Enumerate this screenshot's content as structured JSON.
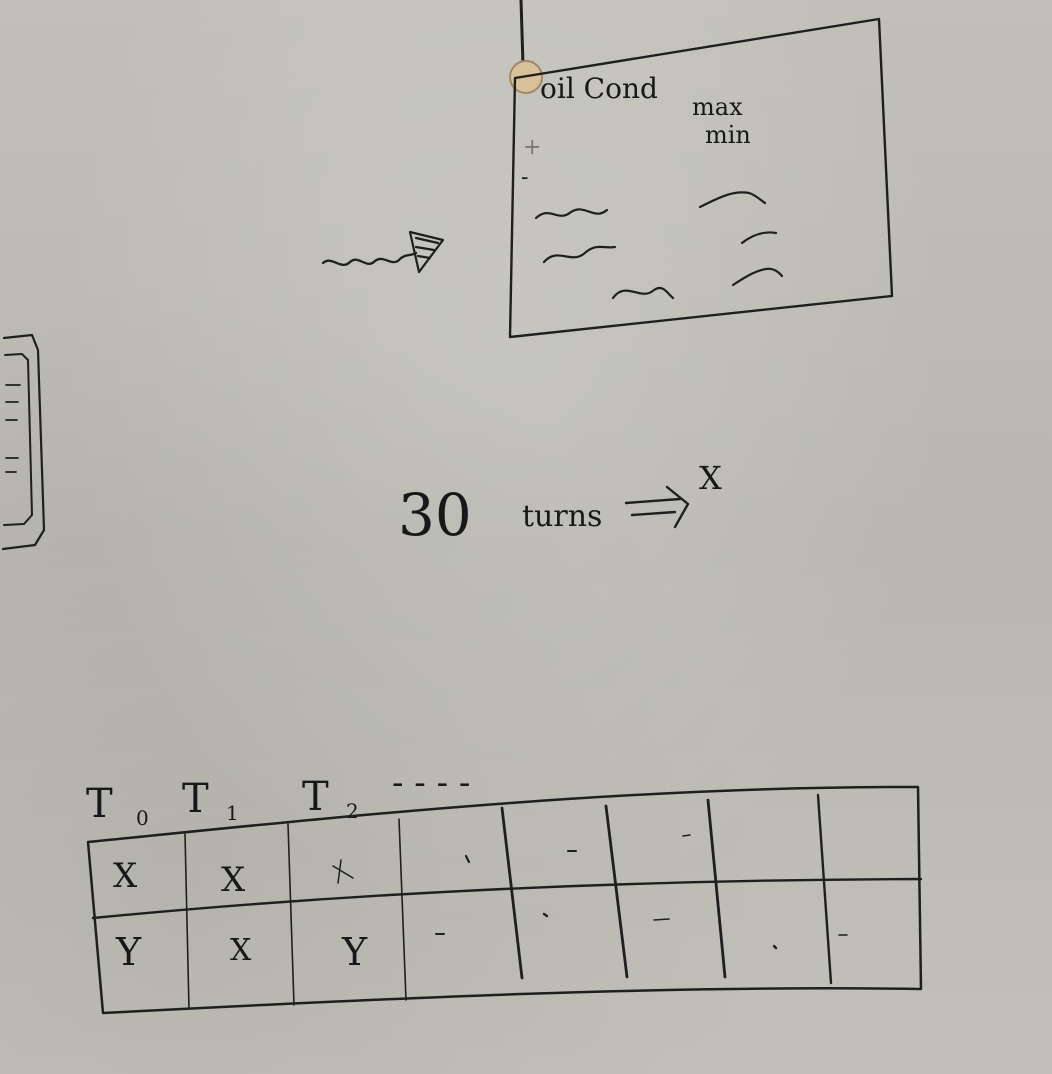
{
  "panel": {
    "heading": "oil Cond",
    "col_max": "max",
    "col_min": "min",
    "plus": "+",
    "minus": "-"
  },
  "middle": {
    "number": "30",
    "word": "turns",
    "target": "X"
  },
  "table": {
    "headers": [
      "T",
      "T",
      "T"
    ],
    "subscripts": [
      "0",
      "1",
      "2"
    ],
    "continuation": "- - - -",
    "rows": [
      [
        "X",
        "X",
        "",
        "",
        "",
        "",
        "",
        ""
      ],
      [
        "Y",
        "X",
        "Y",
        "",
        "",
        "",
        "",
        ""
      ]
    ]
  }
}
